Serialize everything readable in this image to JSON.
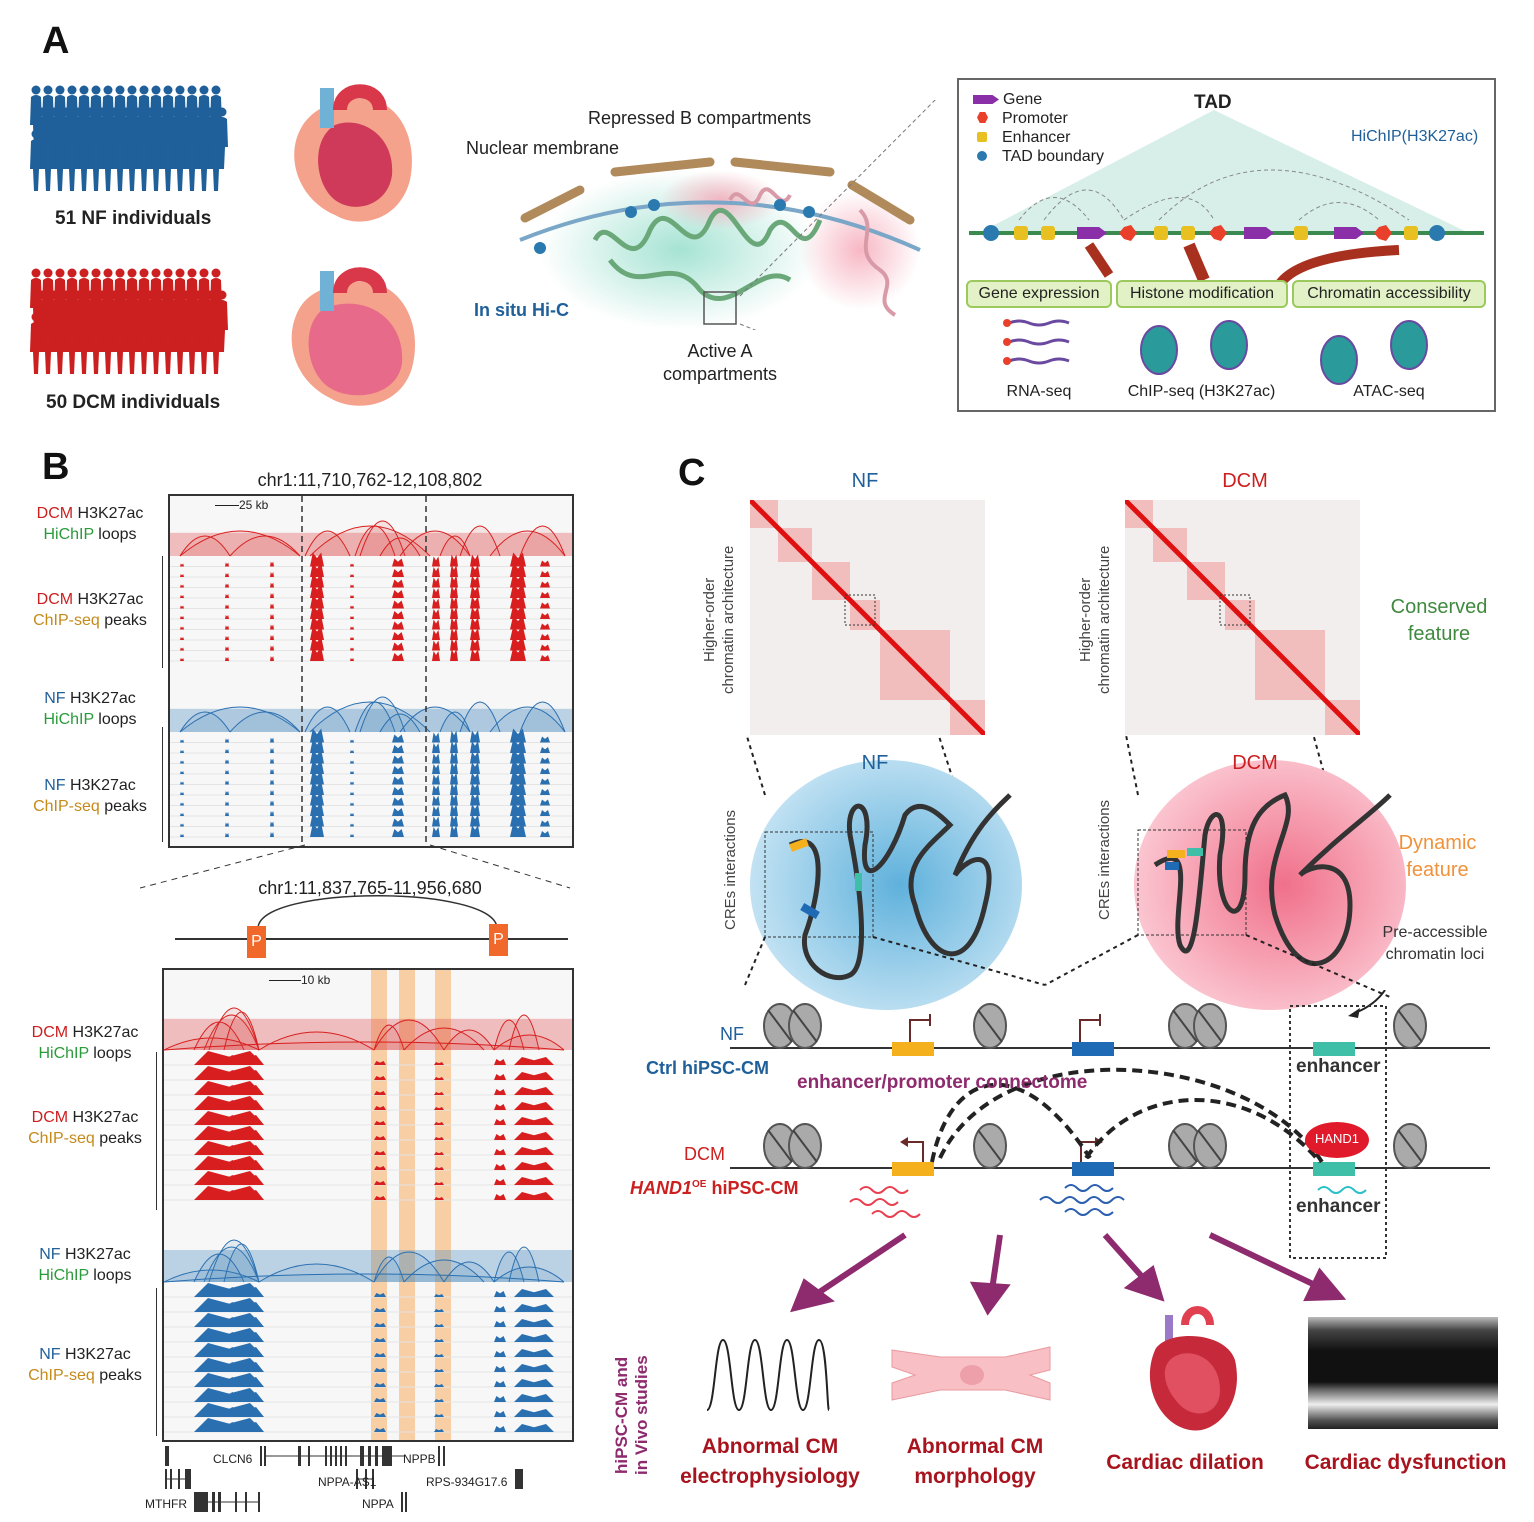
{
  "panel_a": {
    "letter": "A",
    "cohorts": [
      {
        "label": "51 NF individuals",
        "color": "#1f5f9a"
      },
      {
        "label": "50 DCM individuals",
        "color": "#cc1f1f"
      }
    ],
    "nucleus": {
      "nuclear_membrane": "Nuclear membrane",
      "repressed": "Repressed B compartments",
      "active_line1": "Active A",
      "active_line2": "compartments",
      "method": "In situ Hi-C"
    },
    "tad_box": {
      "title": "TAD",
      "method": "HiChIP(H3K27ac)",
      "legend": [
        {
          "label": "Gene",
          "icon": "gene-arrow-icon",
          "color": "#8a2fa8"
        },
        {
          "label": "Promoter",
          "icon": "promoter-hexagon-icon",
          "color": "#e8402a"
        },
        {
          "label": "Enhancer",
          "icon": "enhancer-square-icon",
          "color": "#e8c021"
        },
        {
          "label": "TAD boundary",
          "icon": "tad-boundary-sphere-icon",
          "color": "#2a7ab0"
        }
      ],
      "features": [
        "Gene expression",
        "Histone modification",
        "Chromatin accessibility"
      ],
      "assays": [
        "RNA-seq",
        "ChIP-seq (H3K27ac)",
        "ATAC-seq"
      ]
    }
  },
  "panel_b": {
    "letter": "B",
    "top": {
      "region": "chr1:11,710,762-12,108,802",
      "scale": "25 kb"
    },
    "zoom": {
      "region": "chr1:11,837,765-11,956,680",
      "scale": "10 kb",
      "promoter_label": "P"
    },
    "track_labels": [
      {
        "group": "DCM",
        "mark": "H3K27ac",
        "assay": "HiChIP",
        "suffix": "loops"
      },
      {
        "group": "DCM",
        "mark": "H3K27ac",
        "assay": "ChIP-seq",
        "suffix": "peaks"
      },
      {
        "group": "NF",
        "mark": "H3K27ac",
        "assay": "HiChIP",
        "suffix": "loops"
      },
      {
        "group": "NF",
        "mark": "H3K27ac",
        "assay": "ChIP-seq",
        "suffix": "peaks"
      }
    ],
    "genes": [
      "CLCN6",
      "NPPB",
      "NPPA-AS1",
      "RPS-934G17.6",
      "MTHFR",
      "NPPA"
    ]
  },
  "panel_c": {
    "letter": "C",
    "hic_titles": [
      "NF",
      "DCM"
    ],
    "hic_axis": [
      "Higher-order",
      "chromatin architecture"
    ],
    "conserved": [
      "Conserved",
      "feature"
    ],
    "cre_axis": "CREs interactions",
    "nucleus_titles": [
      "NF",
      "DCM"
    ],
    "dynamic": [
      "Dynamic",
      "feature"
    ],
    "preaccessible": [
      "Pre-accessible",
      "chromatin loci"
    ],
    "nf_row": {
      "label": "NF",
      "sub": "Ctrl hiPSC-CM",
      "enhancer": "enhancer"
    },
    "connectome": "enhancer/promoter connectome",
    "dcm_row": {
      "label": "DCM",
      "sub_gene": "HAND1",
      "sub_sup": "OE",
      "sub_rest": " hiPSC-CM",
      "tf": "HAND1",
      "enhancer": "enhancer"
    },
    "studies_label": [
      "hiPSC-CM and",
      "in Vivo studies"
    ],
    "outcomes": [
      [
        "Abnormal CM",
        "electrophysiology"
      ],
      [
        "Abnormal CM",
        "morphology"
      ],
      [
        "Cardiac dilation"
      ],
      [
        "Cardiac dysfunction"
      ]
    ]
  }
}
